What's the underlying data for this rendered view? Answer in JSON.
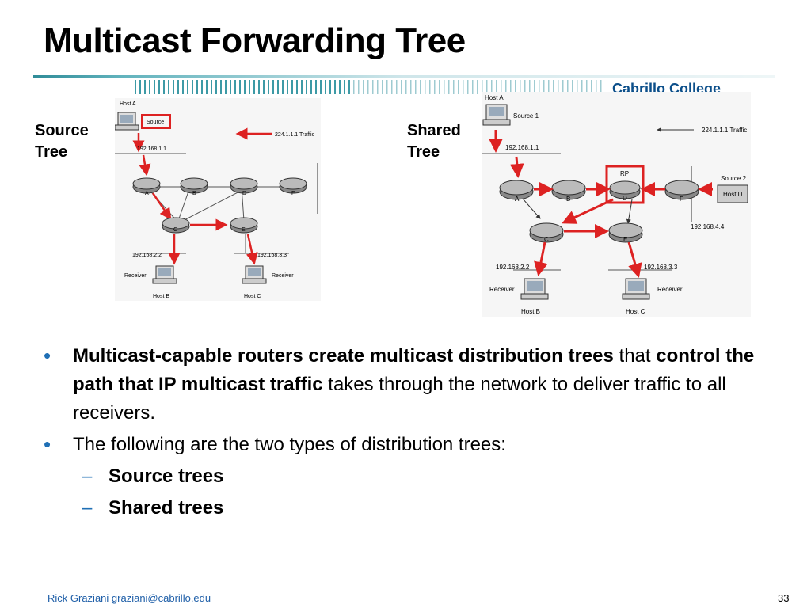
{
  "slide": {
    "title": "Multicast Forwarding Tree",
    "college": "Cabrillo College",
    "footer": "Rick Graziani  graziani@cabrillo.edu",
    "page_number": "33"
  },
  "source_tree": {
    "label_line1": "Source",
    "label_line2": "Tree",
    "host_a": "Host A",
    "source_box": "Source",
    "traffic": "224.1.1.1 Traffic",
    "ip_a": "192.168.1.1",
    "router_a": "A",
    "router_b": "B",
    "router_d": "D",
    "router_f": "F",
    "router_c": "C",
    "router_e": "E",
    "ip_b": "192.168.2.2",
    "ip_c": "192.168.3.3",
    "receiver_b": "Receiver",
    "receiver_c": "Receiver",
    "host_b": "Host B",
    "host_c": "Host C"
  },
  "shared_tree": {
    "label_line1": "Shared",
    "label_line2": "Tree",
    "host_a": "Host A",
    "source1": "Source 1",
    "traffic": "224.1.1.1 Traffic",
    "ip_a": "192.168.1.1",
    "rp": "RP",
    "router_a": "A",
    "router_b": "B",
    "router_d": "D",
    "router_f": "F",
    "router_c": "C",
    "router_e": "E",
    "source2": "Source 2",
    "host_d": "Host D",
    "ip_d": "192.168.4.4",
    "ip_b": "192.168.2.2",
    "ip_c": "192.168.3.3",
    "receiver_b": "Receiver",
    "receiver_c": "Receiver",
    "host_b": "Host B",
    "host_c": "Host C"
  },
  "bullets": {
    "b1_bold1": "Multicast-capable routers create multicast distribution trees",
    "b1_text1": " that ",
    "b1_bold2": "control the path that IP multicast traffic",
    "b1_text2": " takes through the network to deliver traffic to all receivers.",
    "b2_text": "The following are the two types of distribution trees:",
    "sub1": "Source trees",
    "sub2": "Shared trees"
  },
  "colors": {
    "accent_blue": "#1f6fb5",
    "college_blue": "#0c4f8a",
    "band_teal": "#3d9aa6",
    "path_red": "#dd2222"
  },
  "icons": [
    "router-icon",
    "host-icon",
    "arrow-icon"
  ]
}
